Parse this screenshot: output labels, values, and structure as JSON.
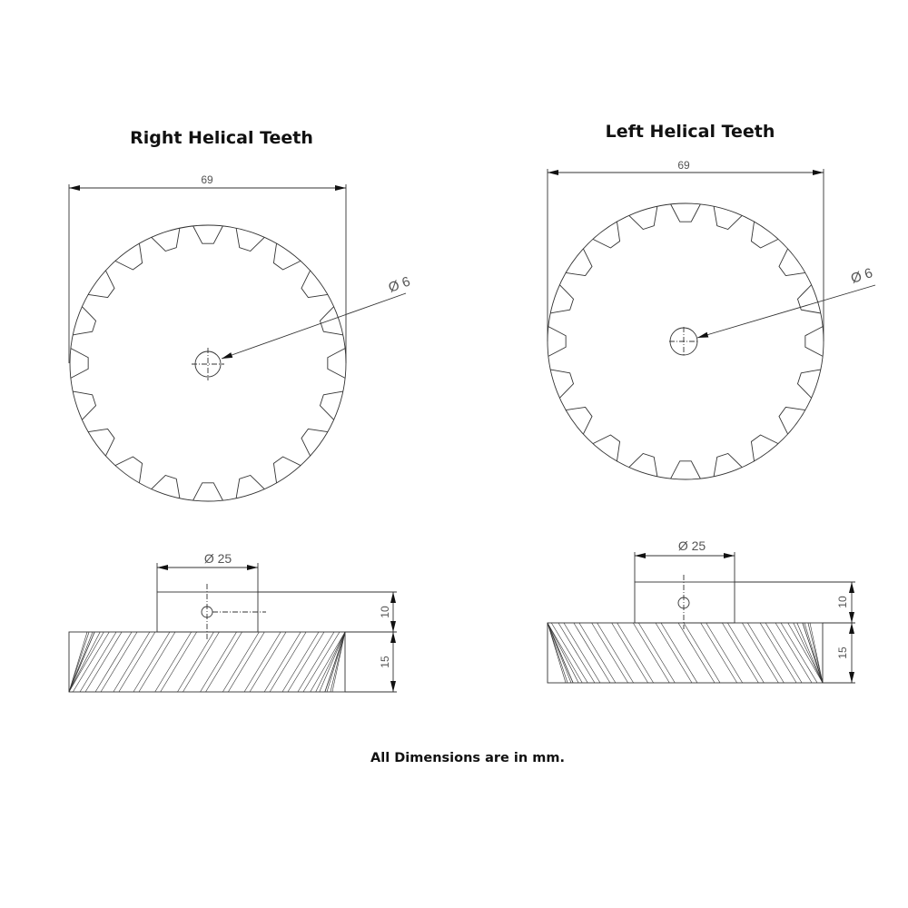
{
  "drawing": {
    "right_view": {
      "title": "Right Helical Teeth",
      "outer_diameter_label": "69",
      "bore_label": "Ø 6",
      "hub_diameter_label": "Ø 25",
      "hub_height_label": "10",
      "gear_width_label": "15",
      "helix_direction": "right",
      "teeth_count": 20
    },
    "left_view": {
      "title": "Left Helical Teeth",
      "outer_diameter_label": "69",
      "bore_label": "Ø 6",
      "hub_diameter_label": "Ø 25",
      "hub_height_label": "10",
      "gear_width_label": "15",
      "helix_direction": "left",
      "teeth_count": 20
    },
    "footer_note": "All Dimensions are in mm.",
    "line_color": "#333333"
  }
}
